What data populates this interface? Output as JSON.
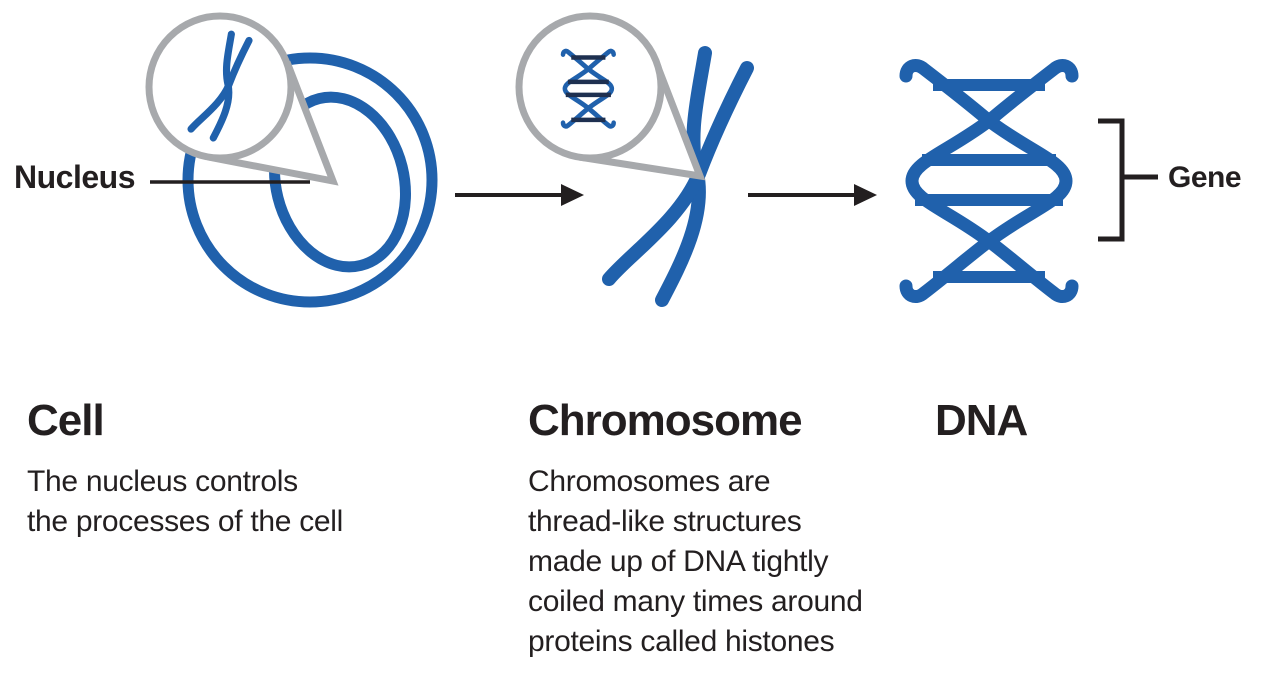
{
  "diagram": {
    "title_implicit": "Cell to Chromosome to DNA",
    "colors": {
      "blue": "#2061ac",
      "gray": "#a7a9ac",
      "ink": "#231f20",
      "small_dna_rung": "#1e3050"
    },
    "labels": {
      "nucleus": "Nucleus",
      "gene": "Gene"
    },
    "sections": [
      {
        "id": "cell",
        "title": "Cell",
        "description": "The nucleus controls\nthe processes of the cell"
      },
      {
        "id": "chromosome",
        "title": "Chromosome",
        "description": "Chromosomes are\nthread-like structures\nmade up of DNA tightly\ncoiled many times around\nproteins called histones"
      },
      {
        "id": "dna",
        "title": "DNA",
        "description": ""
      }
    ]
  }
}
